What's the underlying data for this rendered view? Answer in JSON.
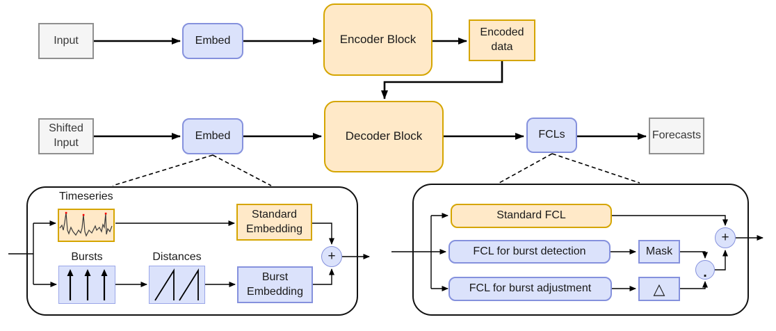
{
  "main_flow": {
    "input": "Input",
    "embed_top": "Embed",
    "encoder_block": "Encoder Block",
    "encoded_data": "Encoded data",
    "shifted_input": "Shifted Input",
    "embed_bottom": "Embed",
    "decoder_block": "Decoder Block",
    "fcls": "FCLs",
    "forecasts": "Forecasts"
  },
  "embed_detail": {
    "timeseries_label": "Timeseries",
    "bursts_label": "Bursts",
    "distances_label": "Distances",
    "standard_embedding": "Standard Embedding",
    "burst_embedding": "Burst Embedding",
    "sum_operator": "+"
  },
  "fcl_detail": {
    "standard_fcl": "Standard FCL",
    "fcl_burst_detection": "FCL for burst detection",
    "fcl_burst_adjustment": "FCL for burst adjustment",
    "mask": "Mask",
    "delta_operator": "△",
    "dot_operator": ".",
    "sum_operator": "+"
  },
  "colors": {
    "orange_fill": "#ffe9c8",
    "orange_stroke": "#d5a500",
    "blue_fill": "#dbe2fb",
    "blue_stroke": "#8591dd",
    "gray_fill": "#f5f5f5",
    "gray_stroke": "#8f8f8f",
    "line": "#000000",
    "spike_marker": "#ff0000"
  }
}
